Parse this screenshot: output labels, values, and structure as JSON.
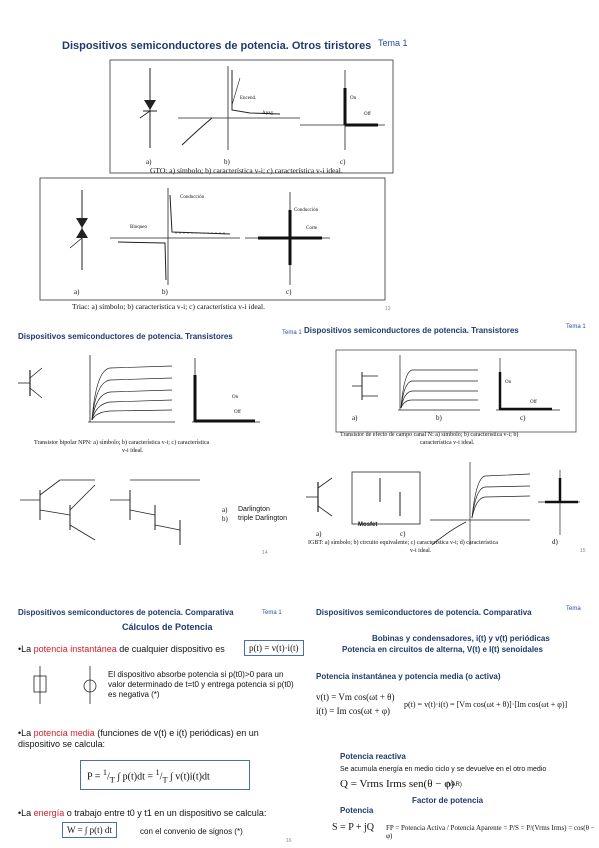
{
  "slide1": {
    "title": "Dispositivos semiconductores de potencia. Otros tiristores",
    "tema": "Tema 1",
    "gto_caption": "GTO: a) símbolo; b) característica v-i; c) característica v-i ideal.",
    "triac_caption": "Triac: a) símbolo; b) característica v-i; c) característica v-i ideal.",
    "labels": {
      "a": "a)",
      "b": "b)",
      "c": "c)",
      "on": "On",
      "off": "Off",
      "apag": "Apag.",
      "encend": "Encend.",
      "conduccion": "Conducción",
      "bloqueo": "Bloqueo",
      "corte": "Corte",
      "conduccion2": "Conducción"
    },
    "page": "13"
  },
  "slide2": {
    "title": "Dispositivos semiconductores de potencia. Transistores",
    "tema": "Tema 1",
    "caption1": "Transistor bipolar NPN: a) símbolo; b) característica v-i; c) característica",
    "caption2": "v-i ideal.",
    "darlington_a": "Darlington",
    "darlington_b": "triple Darlington",
    "a": "a)",
    "b": "b)",
    "labels": {
      "on": "On",
      "off": "Off"
    },
    "page": "14"
  },
  "slide3": {
    "title": "Dispositivos semiconductores de potencia. Transistores",
    "tema": "Tema 1",
    "caption_mos1": "Transistor de efecto de campo canal N: a) símbolo; b) característica v-i; b)",
    "caption_mos2": "característica v-i ideal.",
    "caption_igbt1": "IGBT: a) símbolo; b) circuito equivalente; c) característica v-i; d) característica",
    "caption_igbt2": "v-i ideal.",
    "mosfet": "Mosfet",
    "labels": {
      "on": "On",
      "off": "Off",
      "a": "a)",
      "b": "b)",
      "c": "c)",
      "d": "d)"
    },
    "page": "15"
  },
  "slide4": {
    "title": "Dispositivos semiconductores de potencia. Comparativa",
    "tema": "Tema 1",
    "subtitle": "Cálculos de Potencia",
    "b1_red": "potencia instantánea",
    "b1_pre": "•La ",
    "b1_post": " de cualquier dispositivo es",
    "eq1": "p(t) = v(t)·i(t)",
    "absorb": "El dispositivo absorbe potencia si p(t0)>0 para un valor determinado de t=t0 y entrega potencia si p(t0) es negativa (*)",
    "b2_pre": "•La ",
    "b2_red": "potencia media",
    "b2_post": " (funciones de v(t) e i(t) periódicas) en un dispositivo se calcula:",
    "b3_pre": "•La ",
    "b3_red": "energía",
    "b3_post": " o trabajo entre t0 y t1 en un dispositivo se calcula:",
    "eq_w": "W = ∫ p(t) dt",
    "conv": "con el convenio de signos (*)",
    "page": "16"
  },
  "slide5": {
    "title": "Dispositivos semiconductores de potencia. Comparativa",
    "tema": "Tema",
    "sub1": "Bobinas y condensadores, i(t) y v(t) periódicas",
    "sub2": "Potencia en circuitos de alterna, V(t) e I(t) senoidales",
    "sec1": "Potencia instantánea y potencia media (o activa)",
    "eq_v": "v(t) = Vm cos(ωt + θ)",
    "eq_i": "i(t) = Im cos(ωt + φ)",
    "eq_p": "p(t) = v(t)·i(t) = [Vm cos(ωt + θ)]·[Im cos(ωt + φ)]",
    "sec2": "Potencia reactiva",
    "reactive_text": "Se acumula energía en medio ciclo y se devuelve en el otro medio",
    "eq_q": "Q = Vrms Irms sen(θ − φ)",
    "var": "(VAR)",
    "sec3": "Factor de potencia",
    "sec4": "Potencia",
    "eq_s": "S = P + jQ",
    "fp": "FP = Potencia Activa / Potencia Aparente = P/S = P/(Vrms Irms) = cos(θ − φ)",
    "fp_num": "Potencia Activa",
    "fp_den": "Potencia Aparente"
  }
}
